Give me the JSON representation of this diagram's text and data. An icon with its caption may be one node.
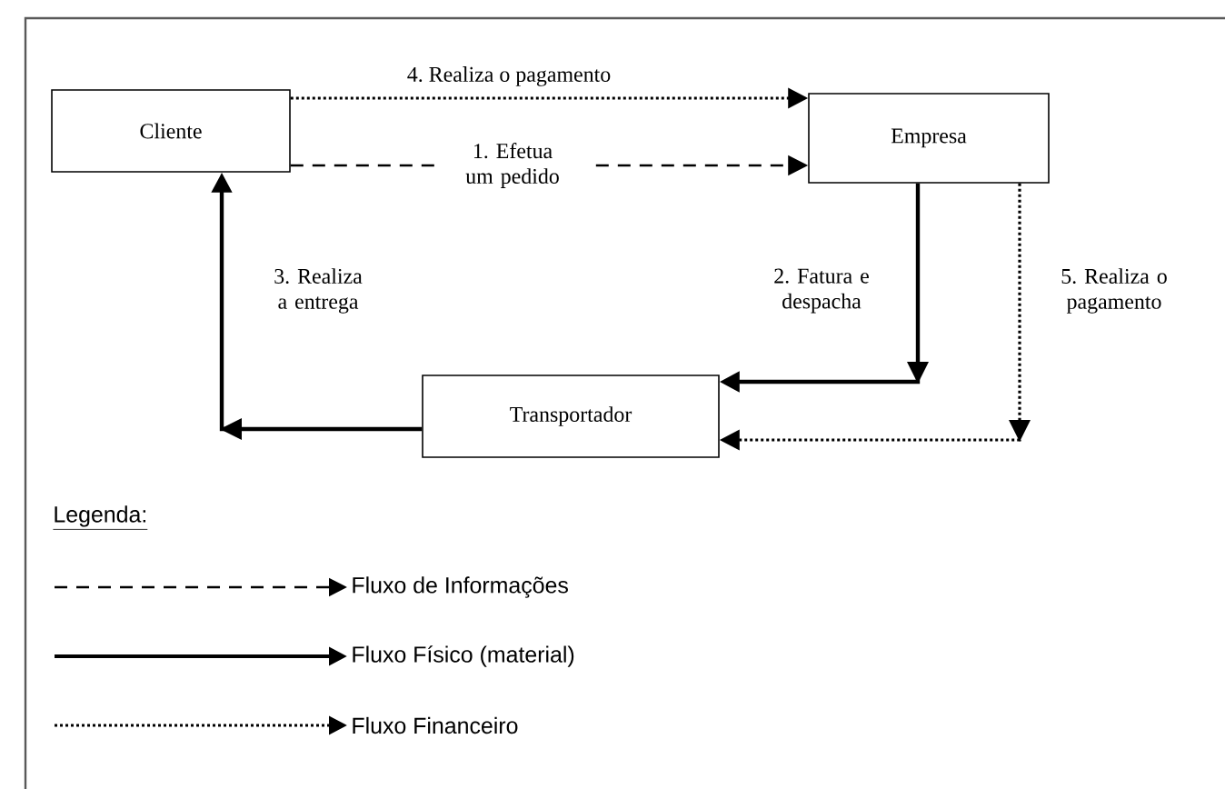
{
  "diagram": {
    "nodes": [
      {
        "text": [
          "Cliente"
        ]
      },
      {
        "text": [
          "Empresa"
        ]
      },
      {
        "text": [
          "Transportador"
        ]
      }
    ],
    "edges": [
      {
        "from": 0,
        "to": 1,
        "arrow": "to",
        "label": "4. Realiza o pagamento",
        "style": "dashed"
      },
      {
        "from": 0,
        "to": 1,
        "arrow": "to",
        "label": "1. Efetua um pedido",
        "style": "dashed"
      },
      {
        "from": 1,
        "to": 2,
        "arrow": "to",
        "label": "2. Fatura e despacha"
      },
      {
        "from": 2,
        "to": 0,
        "arrow": "to",
        "label": "3. Realiza a entrega"
      },
      {
        "from": 1,
        "to": 2,
        "arrow": "to",
        "label": "5. Realiza o pagamento",
        "style": "dashed"
      }
    ],
    "labels": [
      "Legenda:"
    ],
    "legend": [
      {
        "text": "Fluxo de Informações"
      },
      {
        "text": "Fluxo Físico (material)"
      },
      {
        "text": "Fluxo Financeiro"
      }
    ]
  }
}
